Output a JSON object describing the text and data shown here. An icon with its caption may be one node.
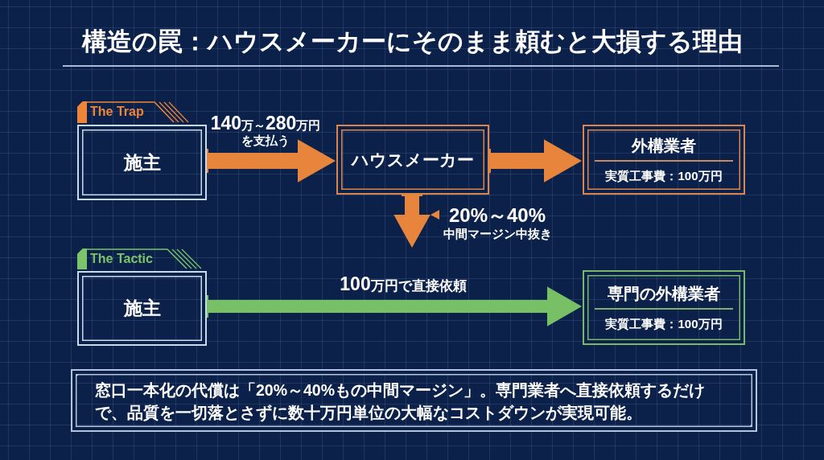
{
  "diagram": {
    "title": "構造の罠：ハウスメーカーにそのまま頼むと大損する理由",
    "nodes": [
      {
        "text": [
          "The Trap",
          "施主"
        ]
      },
      {
        "text": [
          "ハウスメーカー"
        ]
      },
      {
        "text": [
          "外構業者",
          "実質工事費：**100**万円"
        ]
      },
      {
        "text": [
          "The Tactic",
          "施主"
        ]
      },
      {
        "text": [
          "専門の外構業者",
          "実質工事費：**100**万円"
        ]
      },
      {
        "text": [
          "窓口一本化の代償は「20%～40%もの中間マージン」。専門業者へ直接依頼するだけで、品質を一切落とさずに数十万円単位の大幅なコストダウンが実現可能。"
        ]
      }
    ],
    "edges": [
      {
        "from": 0,
        "to": 1,
        "arrow": "to",
        "label": "**140**万～**280**万円を支払う"
      },
      {
        "from": 1,
        "to": 2,
        "arrow": "to"
      },
      {
        "from": 1,
        "to": null,
        "arrow": "to",
        "label": "**20%～40%**中間マージン中抜き"
      },
      {
        "from": 3,
        "to": 4,
        "arrow": "to",
        "label": "**100**万円で直接依頼",
        "color": "#78c066"
      }
    ]
  }
}
